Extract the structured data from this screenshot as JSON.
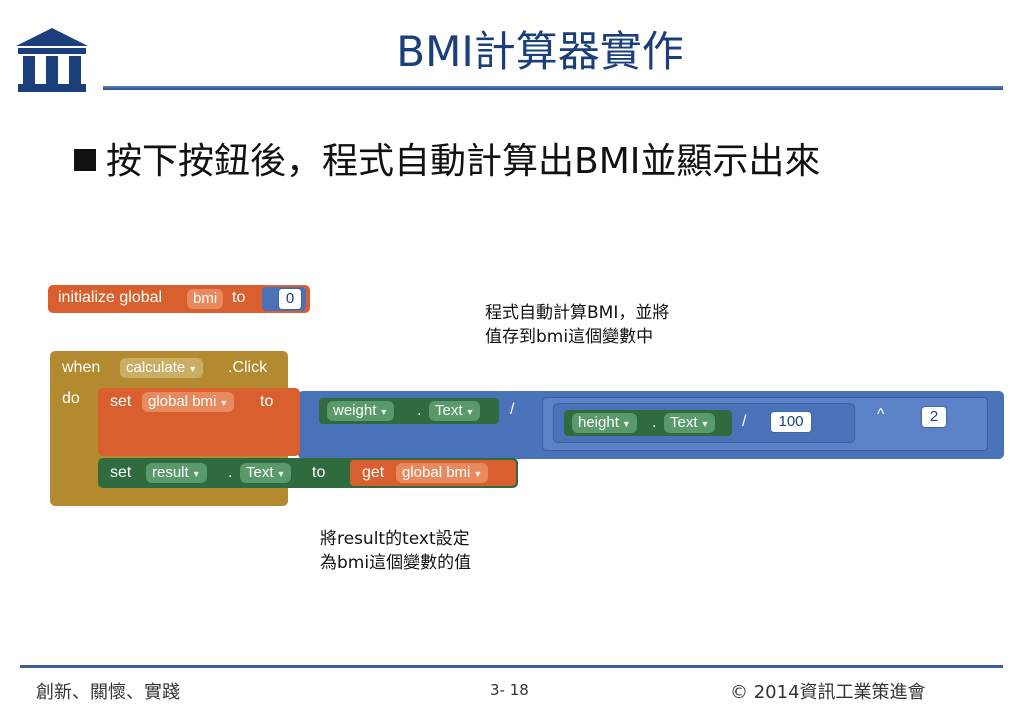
{
  "slide": {
    "title": "BMI計算器實作",
    "bullet": "按下按鈕後，程式自動計算出BMI並顯示出來"
  },
  "blocks": {
    "init": {
      "label": "initialize global",
      "var": "bmi",
      "to": "to",
      "value": "0"
    },
    "event": {
      "when": "when",
      "component": "calculate",
      "event": ".Click",
      "do": "do"
    },
    "set_bmi": {
      "set": "set",
      "target": "global bmi",
      "to": "to",
      "weight": "weight",
      "text1": "Text",
      "div1": "/",
      "height": "height",
      "text2": "Text",
      "div2": "/",
      "n100": "100",
      "pow": "^",
      "n2": "2"
    },
    "set_result": {
      "set": "set",
      "component": "result",
      "dot": ".",
      "prop": "Text",
      "to": "to",
      "get": "get",
      "var": "global bmi"
    }
  },
  "notes": {
    "n1_line1": "程式自動計算BMI，並將",
    "n1_line2": "值存到bmi這個變數中",
    "n2_line1": "將result的text設定",
    "n2_line2": "為bmi這個變數的值"
  },
  "footer": {
    "left": "創新、關懷、實踐",
    "page": "3- 18",
    "right": "© 2014資訊工業策進會"
  },
  "colors": {
    "title": "#1a3f7a",
    "variable_block": "#d9602e",
    "event_block": "#b38a2f",
    "math_block": "#4a72b8",
    "component_block": "#2f6b3e"
  }
}
